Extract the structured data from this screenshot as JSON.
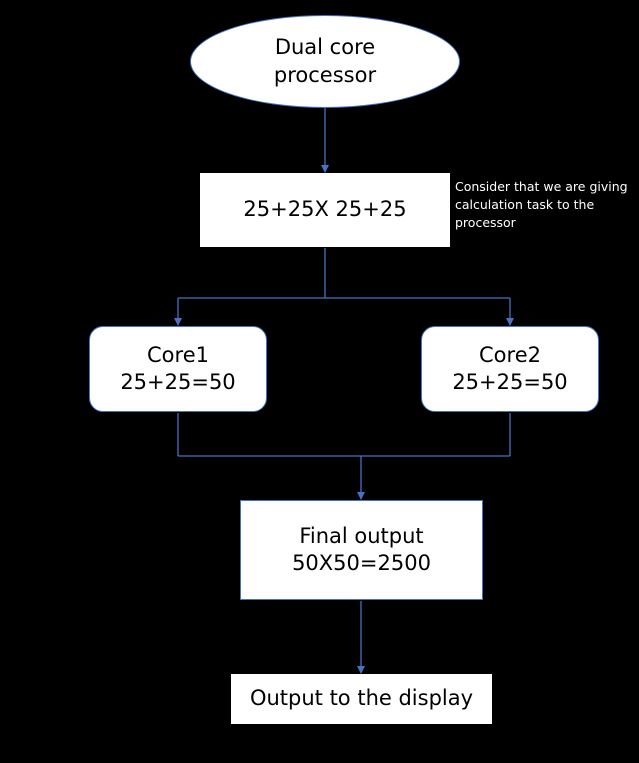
{
  "nodes": {
    "start": {
      "line1": "Dual core",
      "line2": "processor"
    },
    "task": {
      "text": "25+25X 25+25"
    },
    "core1": {
      "line1": "Core1",
      "line2": "25+25=50"
    },
    "core2": {
      "line1": "Core2",
      "line2": "25+25=50"
    },
    "final": {
      "line1": "Final output",
      "line2": "50X50=2500"
    },
    "display": {
      "text": "Output to the display"
    }
  },
  "note": {
    "line1": "Consider that we are giving",
    "line2": "calculation task to the",
    "line3": "processor"
  },
  "colors": {
    "background": "#000000",
    "node_fill": "#ffffff",
    "connector": "#4472c4",
    "note_text": "#ffffff"
  }
}
